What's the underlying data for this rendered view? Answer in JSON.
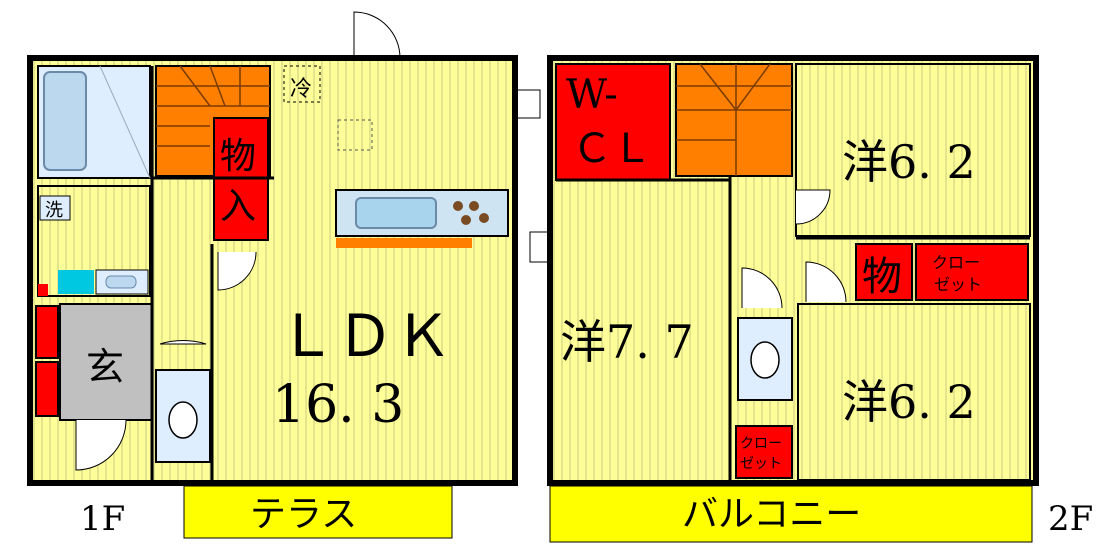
{
  "plan": {
    "floors": [
      {
        "label": "1F",
        "rooms": {
          "ldk_name": "ＬＤＫ",
          "ldk_size": "16. 3",
          "storage": "物入",
          "entrance": "玄",
          "laundry": "洗",
          "fridge": "冷"
        },
        "outdoor": "テラス"
      },
      {
        "label": "2F",
        "rooms": {
          "wcl_line1": "W-",
          "wcl_line2": "ＣＬ",
          "room_a": "洋6. 2",
          "room_b": "洋7. 7",
          "room_c": "洋6. 2",
          "storage": "物",
          "closet_line1": "クロー",
          "closet_line2": "ゼット",
          "closet_small_line1": "クロー",
          "closet_small_line2": "ゼット"
        },
        "outdoor": "バルコニー"
      }
    ],
    "colors": {
      "floor": "#ffff99",
      "stripe": "#c8c880",
      "storage": "#ff0000",
      "stairs": "#ff8000",
      "entrance": "#c0c0c0",
      "bath": "#dfeeff",
      "cyan": "#00c8e0",
      "terrace": "#ffff00"
    }
  }
}
